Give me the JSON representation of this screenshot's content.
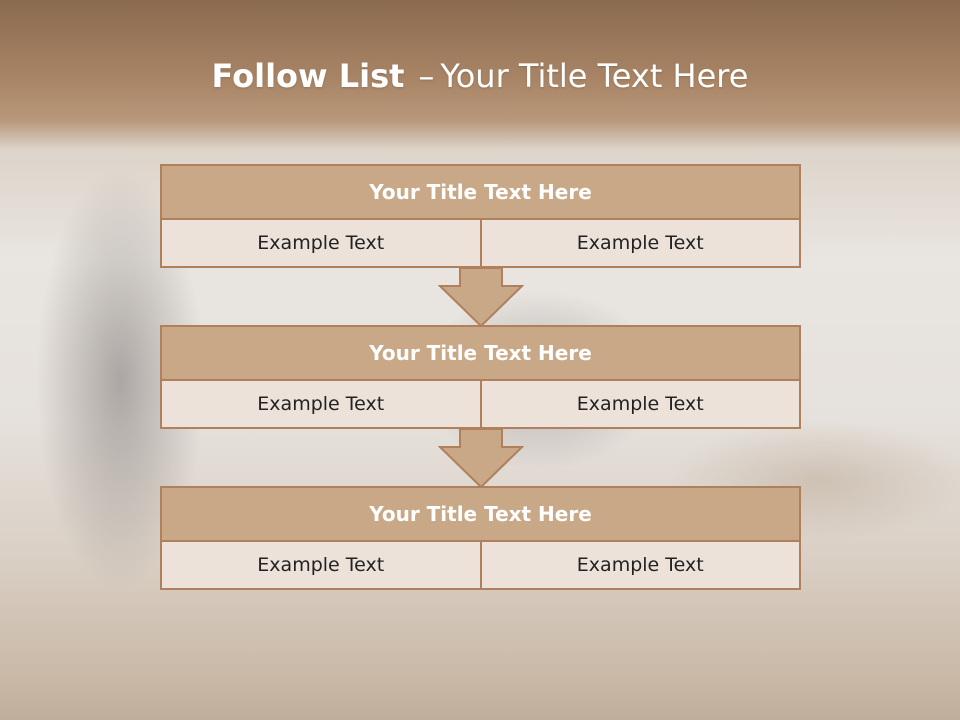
{
  "slide": {
    "title_bold": "Follow List",
    "title_dash": "–",
    "title_rest": "Your Title Text Here"
  },
  "steps": [
    {
      "title": "Your Title Text Here",
      "left": "Example Text",
      "right": "Example Text"
    },
    {
      "title": "Your Title Text Here",
      "left": "Example Text",
      "right": "Example Text"
    },
    {
      "title": "Your Title Text Here",
      "left": "Example Text",
      "right": "Example Text"
    }
  ],
  "colors": {
    "header_fill": "#c9a888",
    "cell_fill": "#ece2da",
    "border": "#b0805d",
    "arrow_fill": "#c9a888"
  }
}
